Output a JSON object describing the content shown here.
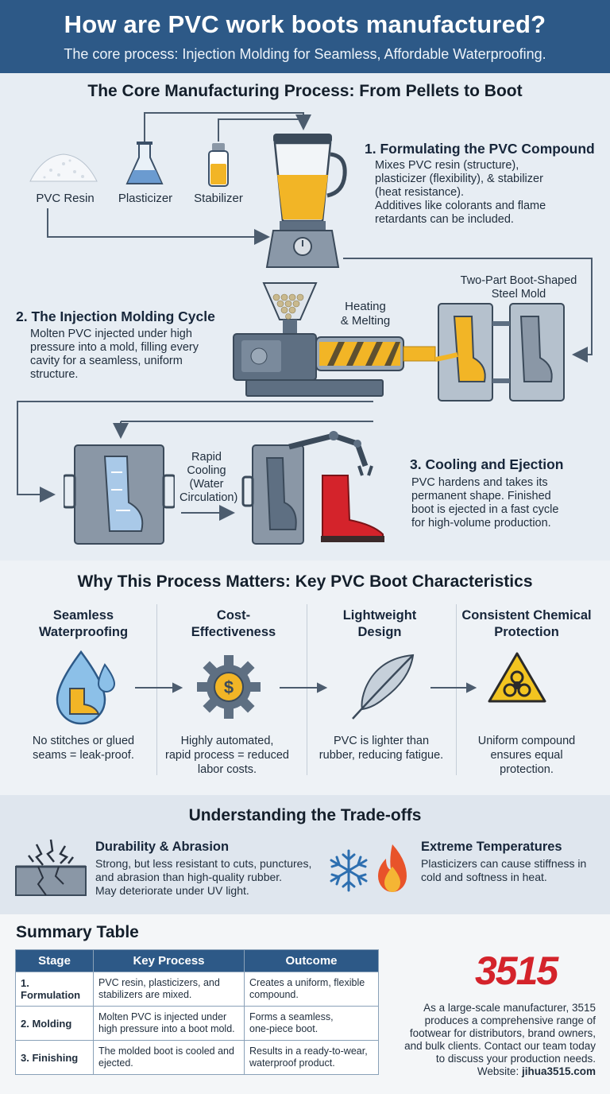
{
  "header": {
    "title": "How are PVC work boots manufactured?",
    "subtitle": "The core process: Injection Molding for Seamless, Affordable Waterproofing."
  },
  "process": {
    "title": "The Core Manufacturing Process: From Pellets to Boot",
    "ingredients": [
      "PVC Resin",
      "Plasticizer",
      "Stabilizer"
    ],
    "step1": {
      "title": "1. Formulating the PVC Compound",
      "lines": [
        "Mixes PVC resin (structure),",
        "plasticizer (flexibility), & stabilizer",
        "(heat resistance).",
        "Additives like colorants and flame",
        "retardants can be included."
      ]
    },
    "step2": {
      "title": "2. The Injection Molding Cycle",
      "lines": [
        "Molten PVC injected under high",
        "pressure into a mold, filling every",
        "cavity for a seamless, uniform",
        "structure."
      ]
    },
    "heating_label": [
      "Heating",
      "& Melting"
    ],
    "mold_label": [
      "Two-Part Boot-Shaped",
      "Steel Mold"
    ],
    "cooling_label": [
      "Rapid",
      "Cooling",
      "(Water",
      "Circulation)"
    ],
    "step3": {
      "title": "3. Cooling and Ejection",
      "lines": [
        "PVC hardens and takes its",
        "permanent shape. Finished",
        "boot is ejected in a fast cycle",
        "for high-volume production."
      ]
    }
  },
  "characteristics": {
    "title": "Why This Process Matters: Key PVC Boot Characteristics",
    "items": [
      {
        "title": [
          "Seamless",
          "Waterproofing"
        ],
        "desc": [
          "No stitches or glued",
          "seams = leak-proof."
        ],
        "icon": "water-drop-boot-icon"
      },
      {
        "title": [
          "Cost-",
          "Effectiveness"
        ],
        "desc": [
          "Highly automated,",
          "rapid process = reduced",
          "labor costs."
        ],
        "icon": "gear-dollar-icon"
      },
      {
        "title": [
          "Lightweight",
          "Design"
        ],
        "desc": [
          "PVC is lighter than",
          "rubber, reducing fatigue."
        ],
        "icon": "feather-icon"
      },
      {
        "title": [
          "Consistent Chemical",
          "Protection"
        ],
        "desc": [
          "Uniform compound",
          "ensures equal",
          "protection."
        ],
        "icon": "biohazard-icon"
      }
    ]
  },
  "tradeoffs": {
    "title": "Understanding the Trade-offs",
    "durability": {
      "title": "Durability & Abrasion",
      "lines": [
        "Strong, but less resistant to cuts, punctures,",
        "and abrasion than high-quality rubber.",
        "May deteriorate under UV light."
      ]
    },
    "temperature": {
      "title": "Extreme Temperatures",
      "lines": [
        "Plasticizers can cause stiffness in",
        "cold and softness in heat."
      ]
    }
  },
  "summary": {
    "title": "Summary Table",
    "headers": [
      "Stage",
      "Key Process",
      "Outcome"
    ],
    "rows": [
      {
        "stage": "1. Formulation",
        "process": [
          "PVC resin, plasticizers, and",
          "stabilizers are mixed."
        ],
        "outcome": [
          "Creates a uniform, flexible",
          "compound."
        ]
      },
      {
        "stage": "2. Molding",
        "process": [
          "Molten PVC is injected under",
          "high pressure into a boot mold."
        ],
        "outcome": [
          "Forms a seamless,",
          "one-piece boot."
        ]
      },
      {
        "stage": "3. Finishing",
        "process": [
          "The molded boot is cooled and",
          "ejected."
        ],
        "outcome": [
          "Results in a ready-to-wear,",
          "waterproof product."
        ]
      }
    ]
  },
  "brand": {
    "logo": "3515",
    "lines": [
      "As a large-scale manufacturer, 3515",
      "produces a comprehensive range of",
      "footwear for distributors, brand owners,",
      "and bulk clients. Contact our team today",
      "to discuss your production needs."
    ],
    "website_label": "Website: ",
    "website": "jihua3515.com"
  },
  "colors": {
    "header": "#2d5987",
    "accent_red": "#d4232b",
    "pvc_yellow": "#f2b526",
    "steel": "#5e6f82"
  }
}
